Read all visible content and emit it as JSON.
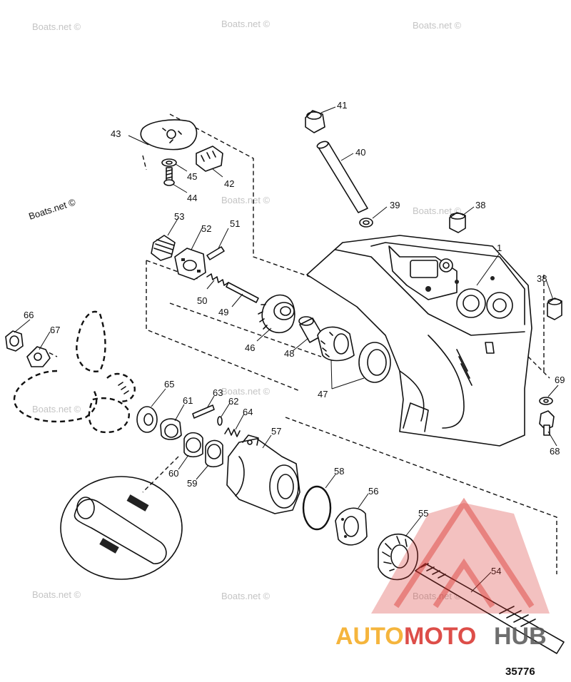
{
  "watermark": {
    "text": "Boats.net ©"
  },
  "figure_number": "35776",
  "brand": {
    "part1": "AUTO",
    "part2": "MOTO",
    "part3": "HUB",
    "color_primary": "#f4a91c",
    "color_secondary": "#d8302a",
    "color_tertiary": "#555555"
  },
  "callouts": {
    "c1": "1",
    "c38a": "38",
    "c38b": "38",
    "c39": "39",
    "c40": "40",
    "c41": "41",
    "c42": "42",
    "c43": "43",
    "c44": "44",
    "c45": "45",
    "c46": "46",
    "c47": "47",
    "c48": "48",
    "c49": "49",
    "c50": "50",
    "c51": "51",
    "c52": "52",
    "c53": "53",
    "c54": "54",
    "c55": "55",
    "c56": "56",
    "c57": "57",
    "c58": "58",
    "c59": "59",
    "c60": "60",
    "c61": "61",
    "c62": "62",
    "c63": "63",
    "c64": "64",
    "c65": "65",
    "c66": "66",
    "c67": "67",
    "c68": "68",
    "c69": "69"
  }
}
